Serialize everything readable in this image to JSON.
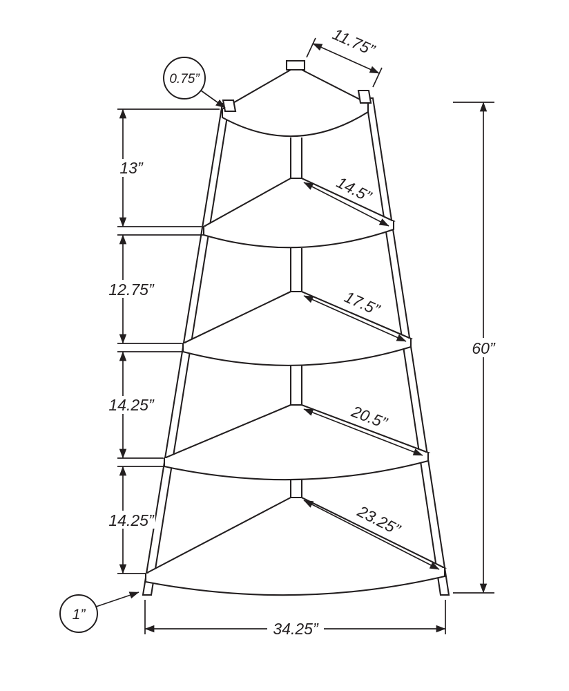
{
  "figure": {
    "type": "dimension-diagram",
    "subject": "5-tier corner ladder shelf elevation drawing",
    "line_color": "#231f20",
    "background": "#ffffff"
  },
  "labels": {
    "top_width": "11.75”",
    "thickness_callout": "0.75”",
    "left_spacings": [
      "13”",
      "12.75”",
      "14.25”",
      "14.25”"
    ],
    "shelf_depths": [
      "14.5”",
      "17.5”",
      "20.5”",
      "23.25”"
    ],
    "total_height": "60”",
    "base_width": "34.25”",
    "foot_callout": "1”"
  }
}
